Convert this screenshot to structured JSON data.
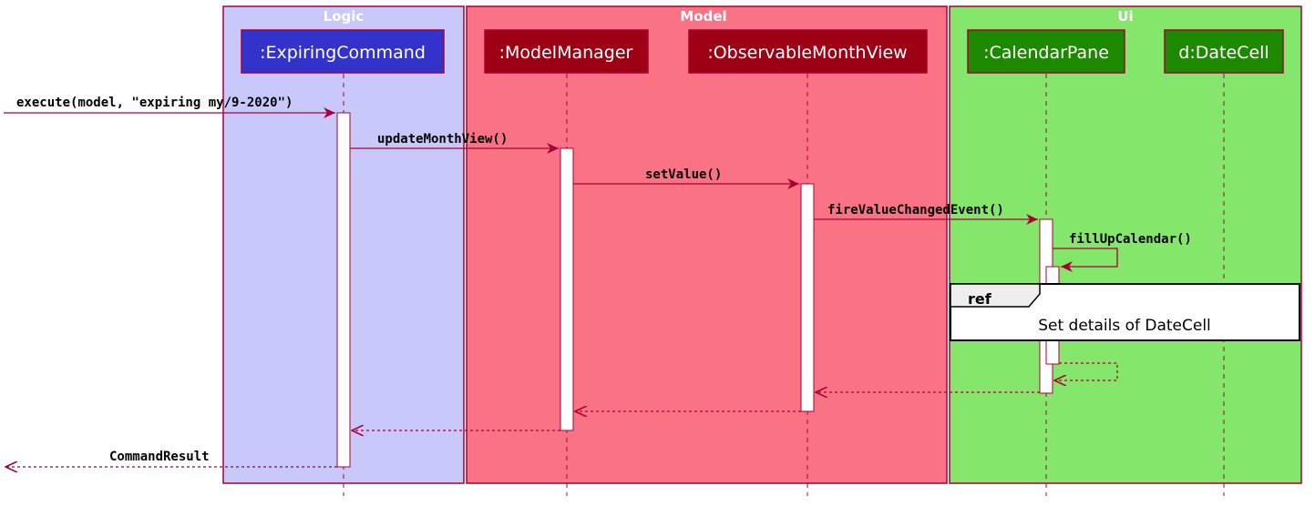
{
  "boxes": [
    {
      "title": "Logic",
      "color": "#c8c8fa"
    },
    {
      "title": "Model",
      "color": "#fa7384"
    },
    {
      "title": "Ui",
      "color": "#84e76c"
    }
  ],
  "participants": [
    {
      "label": ":ExpiringCommand",
      "color": "#3333cc"
    },
    {
      "label": ":ModelManager",
      "color": "#9d0012"
    },
    {
      "label": ":ObservableMonthView",
      "color": "#9d0012"
    },
    {
      "label": ":CalendarPane",
      "color": "#1d8900"
    },
    {
      "label": "d:DateCell",
      "color": "#1d8900"
    }
  ],
  "messages": [
    {
      "label": "execute(model, \"expiring my/9-2020\")"
    },
    {
      "label": "updateMonthView()"
    },
    {
      "label": "setValue()"
    },
    {
      "label": "fireValueChangedEvent()"
    },
    {
      "label": "fillUpCalendar()"
    },
    {
      "label": "CommandResult"
    }
  ],
  "ref": {
    "tag": "ref",
    "text": "Set details of DateCell"
  },
  "colors": {
    "border": "#a80036",
    "arrow": "#a80036"
  }
}
